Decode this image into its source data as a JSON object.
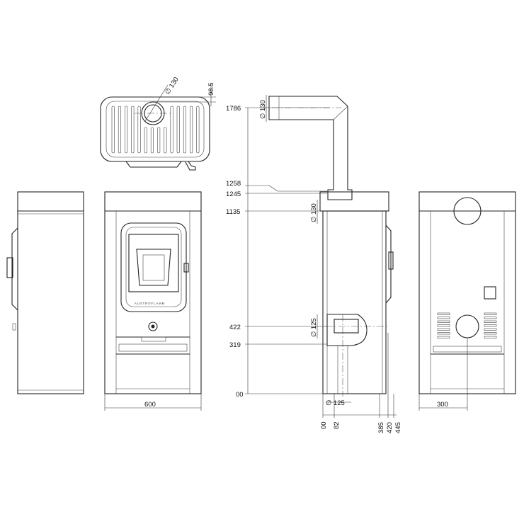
{
  "top_view": {
    "flue_diameter": "∅ 130",
    "offset": "98.5"
  },
  "front_view": {
    "brand": "AUSTROFLAMM",
    "width": "600"
  },
  "side_view": {
    "heights": [
      "1786",
      "1258",
      "1245",
      "1135",
      "422",
      "319",
      "00"
    ],
    "diameters": [
      "∅ 130",
      "∅ 130",
      "∅ 125",
      "∅ 125"
    ],
    "depths": [
      "00",
      "82",
      "385",
      "420",
      "445"
    ]
  },
  "back_view": {
    "depth": "300"
  }
}
